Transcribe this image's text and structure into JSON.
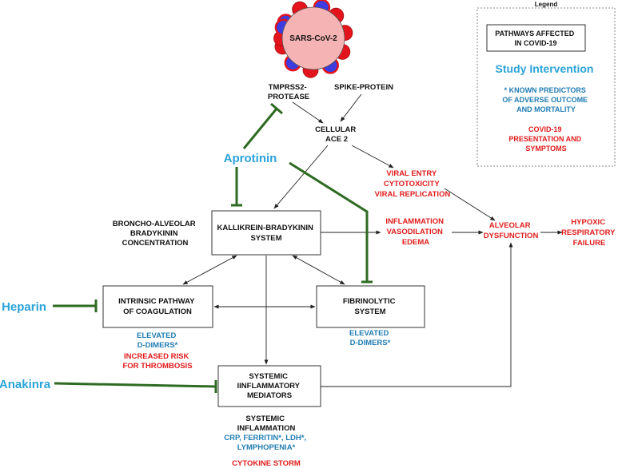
{
  "virus": {
    "label": "SARS-CoV-2",
    "colors": {
      "body": "#f6b3b3",
      "spike_red": "#e3141b",
      "spike_blue": "#3c3ce0"
    }
  },
  "nodes": {
    "tmprss2": [
      "TMPRSS2-",
      "PROTEASE"
    ],
    "spike_protein": "SPIKE-PROTEIN",
    "cellular_ace2": [
      "CELLULAR",
      "ACE 2"
    ],
    "viral_entry": [
      "VIRAL ENTRY",
      "CYTOTOXICITY",
      "VIRAL REPLICATION"
    ],
    "broncho": [
      "BRONCHO-ALVEOLAR",
      "BRADYKININ",
      "CONCENTRATION"
    ],
    "kallikrein": [
      "KALLIKREIN-BRADYKININ",
      "SYSTEM"
    ],
    "inflammation": [
      "INFLAMMATION",
      "VASODILATION",
      "EDEMA"
    ],
    "alveolar": [
      "ALVEOLAR",
      "DYSFUNCTION"
    ],
    "hypoxic": [
      "HYPOXIC",
      "RESPIRATORY",
      "FAILURE"
    ],
    "intrinsic": [
      "INTRINSIC PATHWAY",
      "OF COAGULATION"
    ],
    "fibrinolytic": [
      "FIBRINOLYTIC",
      "SYSTEM"
    ],
    "elevated_ddimers_left": [
      "ELEVATED",
      "D-DIMERS*"
    ],
    "thrombosis_risk": [
      "INCREASED RISK",
      "FOR THROMBOSIS"
    ],
    "elevated_ddimers_right": [
      "ELEVATED",
      "D-DIMERS*"
    ],
    "systemic_mediators": [
      "SYSTEMIC",
      "IINFLAMMATORY",
      "MEDIATORS"
    ],
    "systemic_inflammation": "SYSTEMIC",
    "systemic_inflammation_2": "INFLAMMATION",
    "markers": [
      "CRP, FERRITIN*, LDH*,",
      "LYMPHOPENIA*"
    ],
    "cytokine_storm": "CYTOKINE STORM"
  },
  "interventions": {
    "aprotinin": "Aprotinin",
    "heparin": "Heparin",
    "anakinra": "Anakinra"
  },
  "legend": {
    "title": "Legend",
    "pathways_box": [
      "PATHWAYS AFFECTED",
      "IN COVID-19"
    ],
    "study_intervention": "Study Intervention",
    "predictors": [
      "* KNOWN PREDICTORS",
      "OF ADVERSE OUTCOME",
      "AND MORTALITY"
    ],
    "presentation": [
      "COVID-19",
      "PRESENTATION AND",
      "SYMPTOMS"
    ]
  },
  "colors": {
    "black_text": "#111111",
    "red_text": "#e01b1b",
    "blue_text": "#1f7cb3",
    "intervention": "#2aa3d8",
    "inhibitor_line": "#2e6b22"
  }
}
